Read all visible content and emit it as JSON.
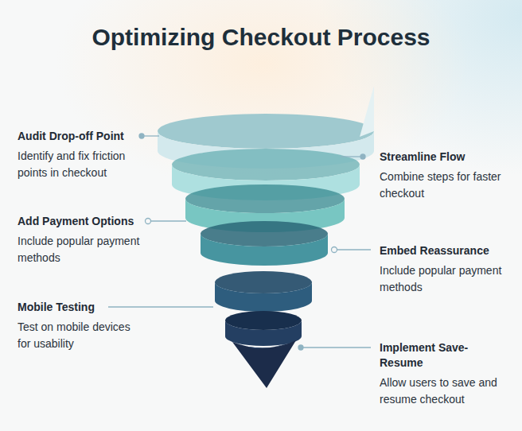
{
  "diagram": {
    "title": "Optimizing Checkout Process",
    "nodes": [
      {
        "text": [
          "Audit Drop-off Point",
          "Identify and fix friction points in checkout"
        ]
      },
      {
        "text": [
          "Streamline Flow",
          "Combine steps for faster checkout"
        ]
      },
      {
        "text": [
          "Add Payment Options",
          "Include popular payment methods"
        ]
      },
      {
        "text": [
          "Embed Reassurance",
          "Include popular payment methods"
        ]
      },
      {
        "text": [
          "Mobile Testing",
          "Test on mobile devices for usability"
        ]
      },
      {
        "text": [
          "Implement Save-Resume",
          "Allow users to save and resume checkout"
        ]
      }
    ]
  }
}
